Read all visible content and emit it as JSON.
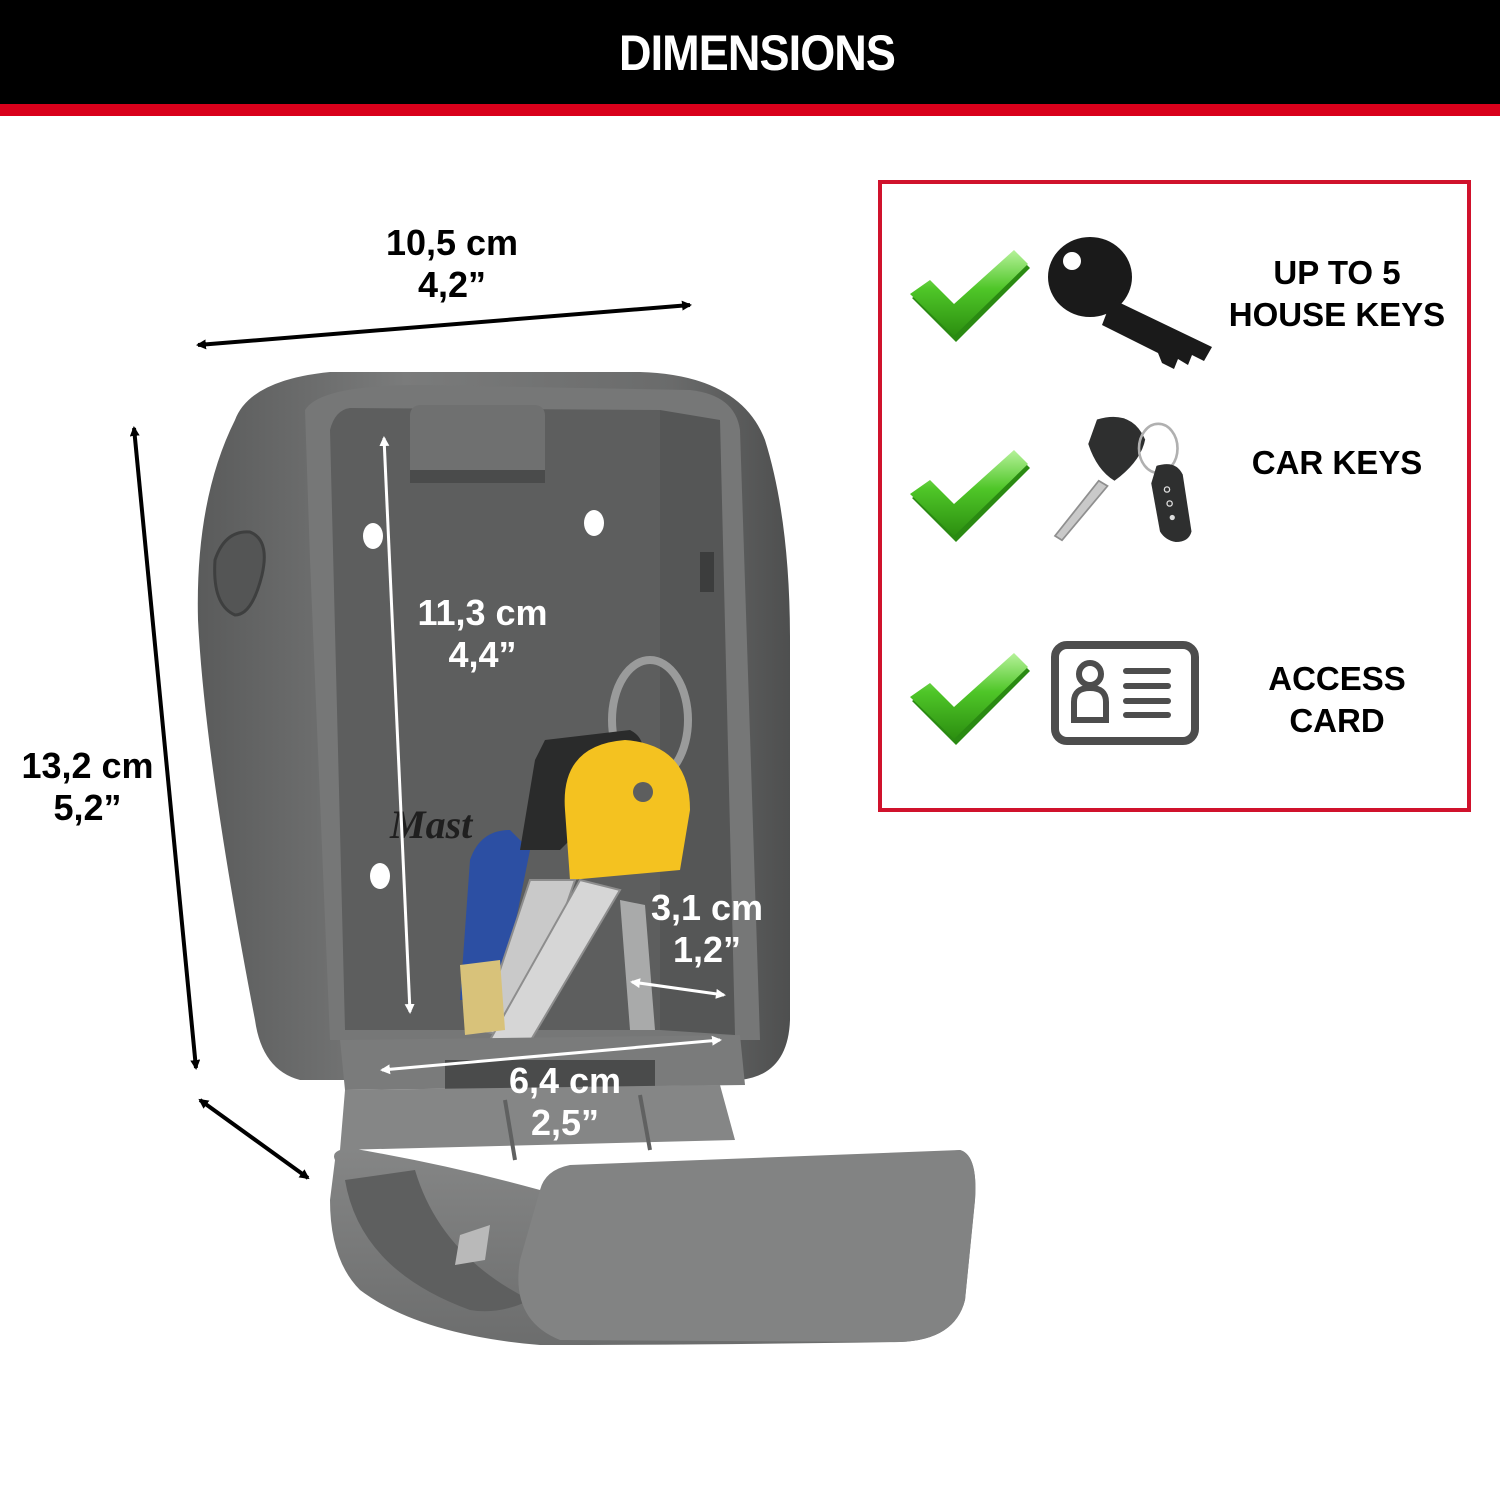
{
  "header": {
    "title": "DIMENSIONS",
    "background_color": "#000000",
    "stripe_color": "#d9001b"
  },
  "dimensions": {
    "width": {
      "metric": "10,5 cm",
      "imperial": "4,2”"
    },
    "height": {
      "metric": "13,2 cm",
      "imperial": "5,2”"
    },
    "inner_height": {
      "metric": "11,3 cm",
      "imperial": "4,4”"
    },
    "inner_depth": {
      "metric": "3,1 cm",
      "imperial": "1,2”"
    },
    "inner_width": {
      "metric": "6,4 cm",
      "imperial": "2,5”"
    }
  },
  "product": {
    "brand_text": "Mast",
    "body_color": "#6e6f6f",
    "inner_color": "#5d5e5e"
  },
  "capacity_panel": {
    "border_color": "#d0122c",
    "items": [
      {
        "icon": "house-key-icon",
        "check": "checkmark-icon",
        "line1": "UP TO 5",
        "line2": "HOUSE KEYS"
      },
      {
        "icon": "car-key-icon",
        "check": "checkmark-icon",
        "line1": "CAR KEYS",
        "line2": ""
      },
      {
        "icon": "access-card-icon",
        "check": "checkmark-icon",
        "line1": "ACCESS",
        "line2": "CARD"
      }
    ]
  }
}
